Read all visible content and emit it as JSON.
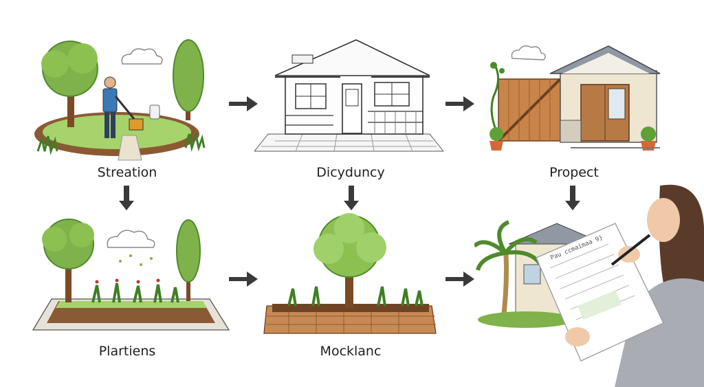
{
  "steps": [
    {
      "label": "Streation"
    },
    {
      "label": "Dicydunсy"
    },
    {
      "label": "Propect"
    },
    {
      "label": "Plartiens"
    },
    {
      "label": "Mocklanc"
    }
  ],
  "document": {
    "header": "Pau ccmaimaa 9}"
  },
  "colors": {
    "ink": "#2b2b2b",
    "foliage": "#7fb24a",
    "foliage_dark": "#4f8a2b",
    "trunk": "#7a4a26",
    "soil": "#8a5a34",
    "wood": "#c9844a",
    "wall": "#efe6d2",
    "brick": "#c88a54"
  }
}
